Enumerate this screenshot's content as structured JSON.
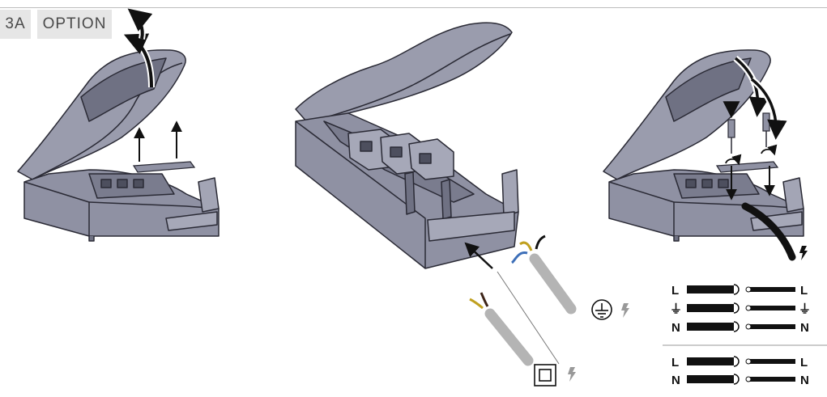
{
  "header": {
    "step_label": "3A",
    "option_label": "OPTION"
  },
  "colors": {
    "housing_fill": "#9a9cad",
    "housing_dark": "#6f7183",
    "housing_stroke": "#2a2a35",
    "cable_grey": "#b4b4b4",
    "bolt_grey": "#999999",
    "conductor_black": "#111111"
  },
  "icons": {
    "earth": "protective-earth-icon",
    "class2": "double-insulation-icon",
    "live": "lightning-bolt-icon"
  },
  "wiring_3": {
    "rows": [
      {
        "left": "L",
        "right": "L"
      },
      {
        "left": "⏚",
        "right": "⏚"
      },
      {
        "left": "N",
        "right": "N"
      }
    ]
  },
  "wiring_2": {
    "rows": [
      {
        "left": "L",
        "right": "L"
      },
      {
        "left": "N",
        "right": "N"
      }
    ]
  }
}
